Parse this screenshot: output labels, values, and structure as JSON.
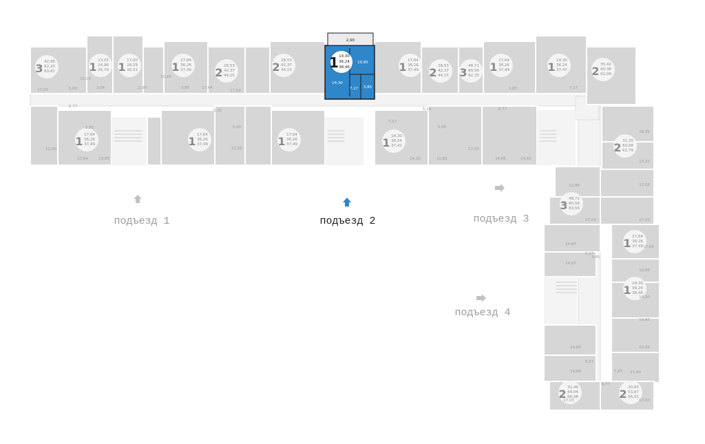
{
  "entrances": [
    {
      "label": "подъезд 1",
      "active": false
    },
    {
      "label": "подъезд 2",
      "active": true
    },
    {
      "label": "подъезд 3",
      "active": false
    },
    {
      "label": "подъезд 4",
      "active": false
    }
  ],
  "selected_apartment": {
    "rooms": "1",
    "living_area": "14,30",
    "kitchen_area": "36,24",
    "total_area": "38,46",
    "room_labels": [
      "14,30",
      "10,85",
      "7,17",
      "3,85",
      "2,90"
    ]
  },
  "apartments": [
    {
      "rooms": "3",
      "areas": [
        "42,96",
        "62,20",
        "63,81"
      ]
    },
    {
      "rooms": "1",
      "areas": [
        "13,03",
        "24,98",
        "26,79"
      ]
    },
    {
      "rooms": "1",
      "areas": [
        "17,00",
        "28,29",
        "30,51"
      ]
    },
    {
      "rooms": "1",
      "areas": [
        "17,64",
        "36,26",
        "37,49"
      ]
    },
    {
      "rooms": "2",
      "areas": [
        "28,53",
        "42,37",
        "44,15"
      ]
    },
    {
      "rooms": "1",
      "areas": [
        "17,64",
        "36,26",
        "37,49"
      ]
    },
    {
      "rooms": "1",
      "areas": [
        "17,64",
        "36,26",
        "37,49"
      ]
    },
    {
      "rooms": "2",
      "areas": [
        "28,53",
        "42,37",
        "44,15"
      ]
    },
    {
      "rooms": "1",
      "areas": [
        "17,64",
        "36,26",
        "37,49"
      ]
    },
    {
      "rooms": "1",
      "areas": [
        "17,64",
        "36,26",
        "37,49"
      ]
    },
    {
      "rooms": "2",
      "areas": [
        "28,53",
        "42,37",
        "44,15"
      ]
    },
    {
      "rooms": "3",
      "areas": [
        "48,71",
        "80,56",
        "82,33"
      ]
    },
    {
      "rooms": "1",
      "areas": [
        "14,30",
        "36,24",
        "37,41"
      ]
    },
    {
      "rooms": "1",
      "areas": [
        "17,64",
        "36,26",
        "37,49"
      ]
    },
    {
      "rooms": "1",
      "areas": [
        "14,30",
        "36,24",
        "37,47"
      ]
    },
    {
      "rooms": "2",
      "areas": [
        "35,42",
        "60,38",
        "62,09"
      ]
    },
    {
      "rooms": "2",
      "areas": [
        "31,25",
        "60,68",
        "61,79"
      ]
    },
    {
      "rooms": "3",
      "areas": [
        "48,71",
        "80,56",
        "83,56"
      ]
    },
    {
      "rooms": "1",
      "areas": [
        "17,64",
        "36,26",
        "37,49"
      ]
    },
    {
      "rooms": "1",
      "areas": [
        "14,30",
        "36,24",
        "38,46"
      ]
    },
    {
      "rooms": "2",
      "areas": [
        "31,46",
        "64,04",
        "66,98"
      ]
    },
    {
      "rooms": "2",
      "areas": [
        "30,83",
        "53,67",
        "56,01"
      ]
    }
  ],
  "room_labels": [
    "17,03",
    "5,00",
    "15,03",
    "3,54",
    "2,90",
    "10,85",
    "3,85",
    "17,64",
    "17,03",
    "6,77",
    "3,85",
    "17,64",
    "10,85",
    "12,90",
    "5,35",
    "5,00",
    "11,50",
    "14,65",
    "14,65",
    "18,39",
    "15,32",
    "17,03",
    "12,86",
    "17,03",
    "17,03",
    "14,65",
    "14,65",
    "5,37",
    "17,64",
    "10,85",
    "14,30",
    "10,85",
    "10,95",
    "11,60",
    "14,65",
    "14,65",
    "17,03",
    "17,03",
    "7,87",
    "6,77",
    "5,37",
    "6,77",
    "5,18",
    "7,17",
    "14,30",
    "10,85",
    "5,00",
    "17,03",
    "3,85",
    "7,17",
    "3,85"
  ],
  "colors": {
    "apartment": "#d6d6d6",
    "selected": "#2f86c9",
    "active_arrow": "#2f86c9",
    "inactive_arrow": "#c2c2c2"
  }
}
